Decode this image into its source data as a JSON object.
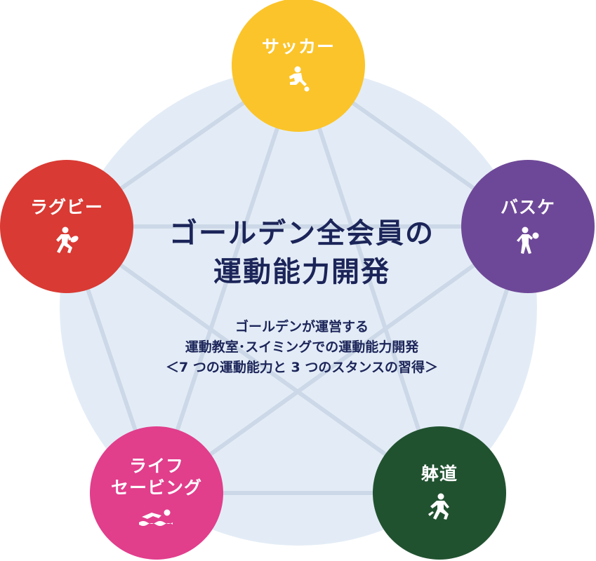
{
  "title": "ゴールデン全会員の\n運動能力開発",
  "description": "ゴールデンが運営する\n運動教室･スイミングでの運動能力開発\n＜7 つの運動能力と 3 つのスタンスの習得＞",
  "sports": [
    {
      "label": "サッカー",
      "icon": "soccer-player-icon",
      "color": "#fbc42a"
    },
    {
      "label": "バスケ",
      "icon": "basketball-player-icon",
      "color": "#6e4898"
    },
    {
      "label": "躰道",
      "icon": "martial-arts-icon",
      "color": "#215230"
    },
    {
      "label": "ライフ\nセービング",
      "icon": "swimmer-icon",
      "color": "#e13e8c"
    },
    {
      "label": "ラグビー",
      "icon": "rugby-player-icon",
      "color": "#d93a33"
    }
  ],
  "colors": {
    "background_circle": "#e3ecf6",
    "lines": "#ccd8e7",
    "text": "#1c2559"
  }
}
